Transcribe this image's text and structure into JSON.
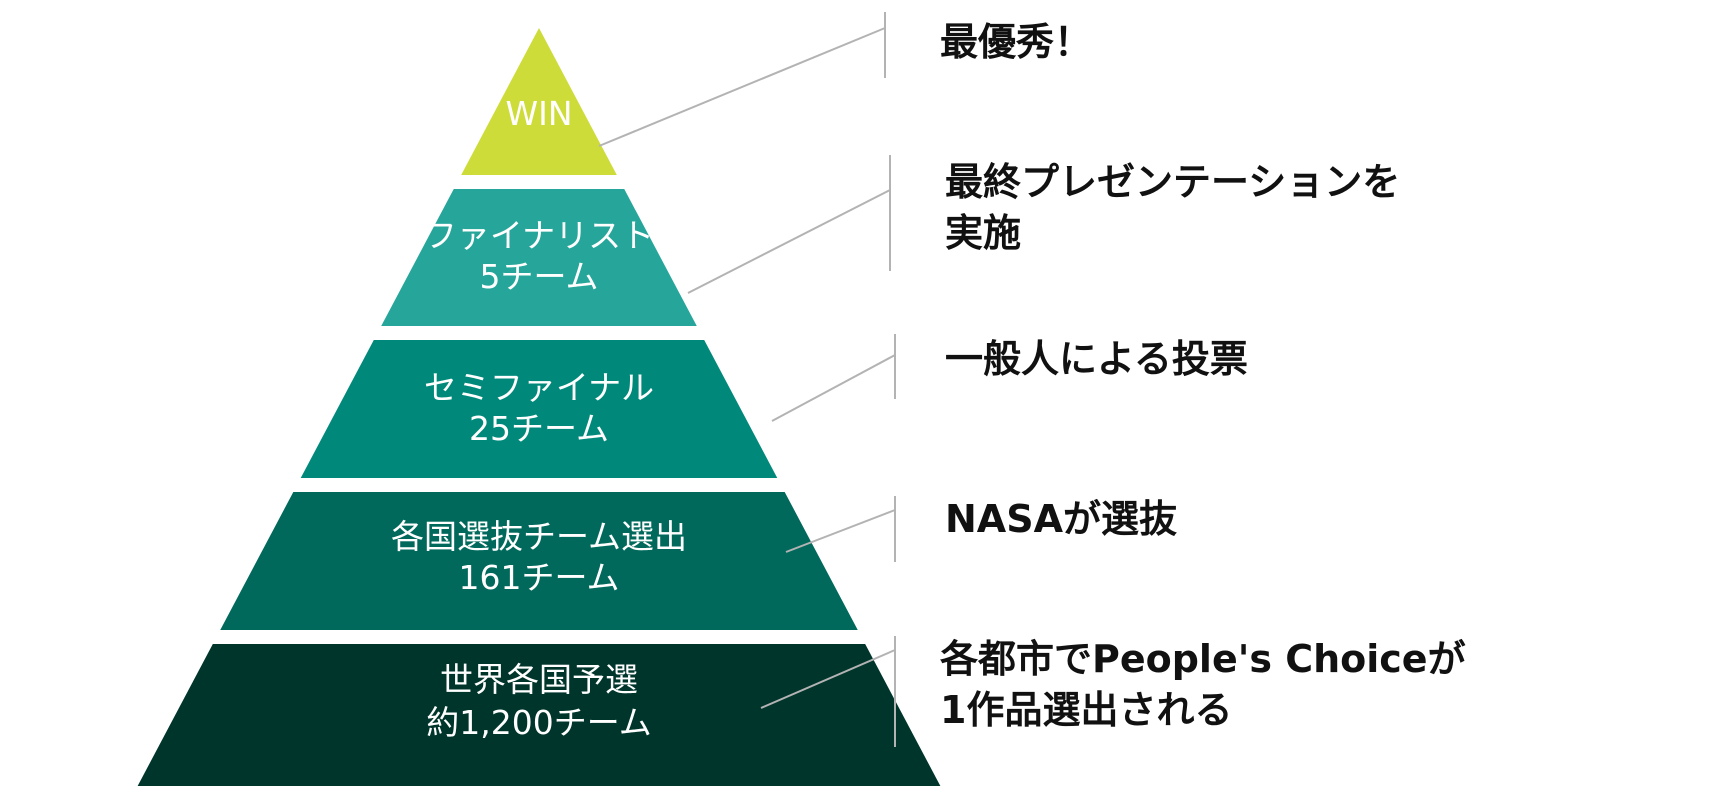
{
  "pyramid": {
    "tiers": [
      {
        "lines": [
          "WIN"
        ],
        "color": "#cddc39"
      },
      {
        "lines": [
          "ファイナリスト",
          "5チーム"
        ],
        "color": "#26a69a"
      },
      {
        "lines": [
          "セミファイナル",
          "25チーム"
        ],
        "color": "#00897b"
      },
      {
        "lines": [
          "各国選抜チーム選出",
          "161チーム"
        ],
        "color": "#00695c"
      },
      {
        "lines": [
          "世界各国予選",
          "約1,200チーム"
        ],
        "color": "#00352c"
      }
    ]
  },
  "callouts": [
    {
      "lines": [
        "最優秀！"
      ]
    },
    {
      "lines": [
        "最終プレゼンテーションを",
        "実施"
      ]
    },
    {
      "lines": [
        "一般人による投票"
      ]
    },
    {
      "lines": [
        "NASAが選抜"
      ]
    },
    {
      "lines": [
        "各都市でPeople's Choiceが",
        "1作品選出される"
      ]
    }
  ]
}
